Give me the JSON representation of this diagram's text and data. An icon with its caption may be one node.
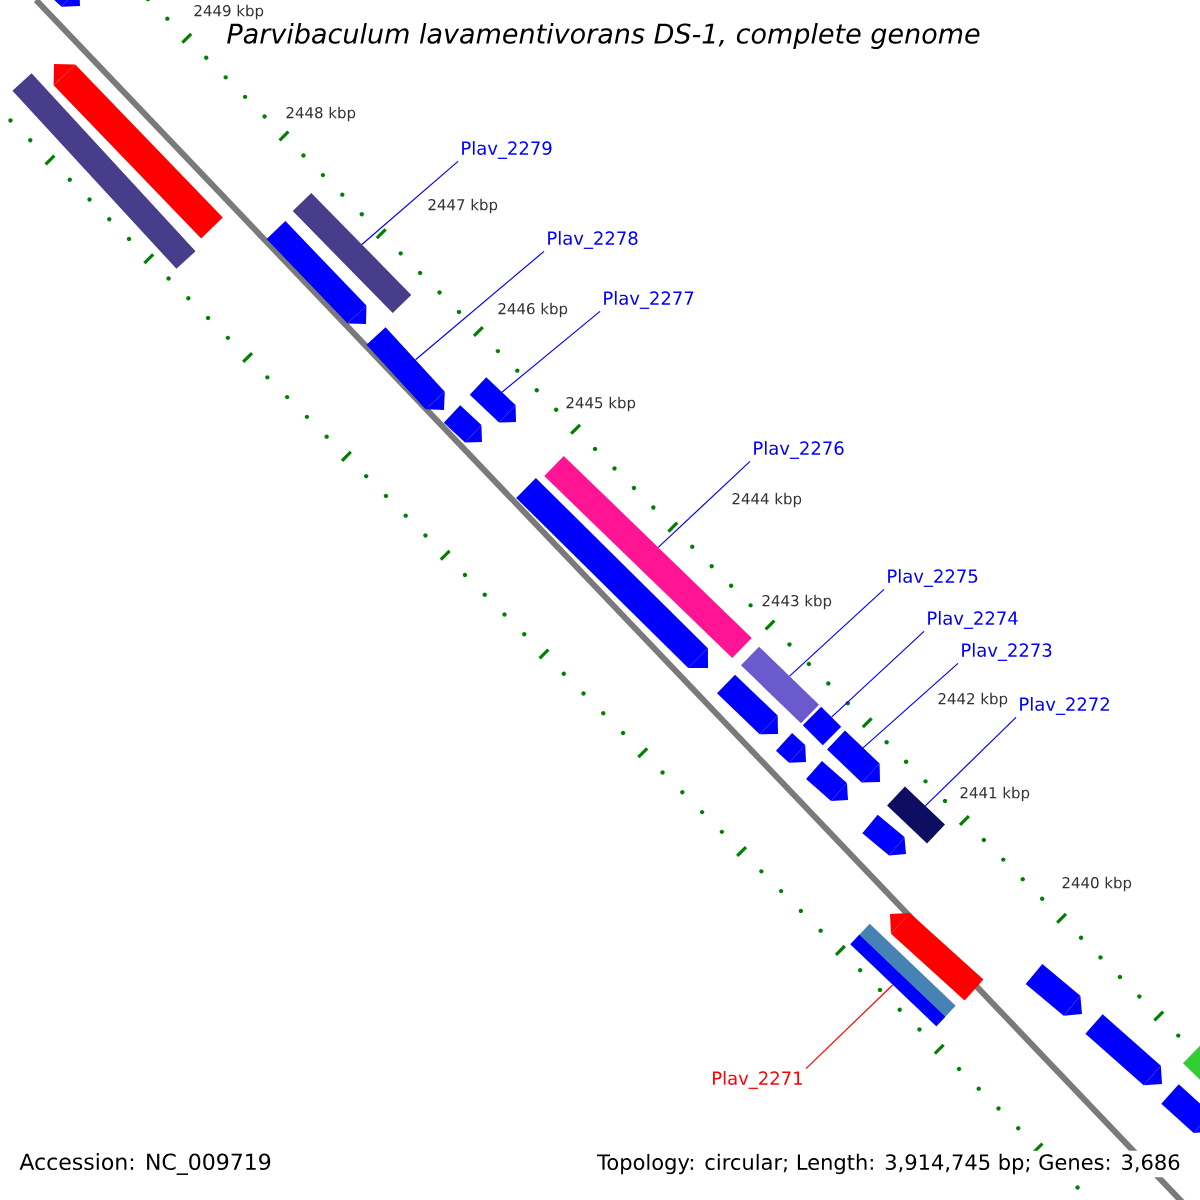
{
  "diagram": {
    "title": "Parvibaculum lavamentivorans DS-1, complete genome",
    "nodes": [
      {
        "text": [
          "Plav_2279"
        ]
      },
      {
        "text": [],
        "shape": "bar"
      },
      {
        "text": [
          "Plav_2278"
        ]
      },
      {
        "text": [],
        "shape": "arrow"
      },
      {
        "text": [
          "Plav_2277"
        ]
      },
      {
        "text": [],
        "shape": "arrow"
      },
      {
        "text": [
          "Plav_2276"
        ]
      },
      {
        "text": [],
        "shape": "bar"
      },
      {
        "text": [
          "Plav_2275"
        ]
      },
      {
        "text": [],
        "shape": "bar"
      },
      {
        "text": [
          "Plav_2274"
        ]
      },
      {
        "text": [],
        "shape": "bar"
      },
      {
        "text": [
          "Plav_2273"
        ]
      },
      {
        "text": [],
        "shape": "arrow"
      },
      {
        "text": [
          "Plav_2272"
        ]
      },
      {
        "text": [],
        "shape": "bar"
      },
      {
        "text": [
          "Plav_2271"
        ]
      },
      {
        "text": [],
        "shape": "bar"
      },
      {
        "text": [],
        "shape": "arrow"
      },
      {
        "text": [],
        "shape": "arrow"
      },
      {
        "text": [],
        "shape": "bar"
      },
      {
        "text": [],
        "shape": "arrow"
      },
      {
        "text": [],
        "shape": "arrow"
      },
      {
        "text": [],
        "shape": "arrow"
      },
      {
        "text": [],
        "shape": "arrow"
      },
      {
        "text": [],
        "shape": "arrow"
      },
      {
        "text": [],
        "shape": "arrow"
      },
      {
        "text": [],
        "shape": "arrow"
      },
      {
        "text": [],
        "shape": "arrow"
      },
      {
        "text": [],
        "shape": "arrow"
      },
      {
        "text": [],
        "shape": "arrow"
      },
      {
        "text": [],
        "shape": "arrow"
      },
      {
        "text": [],
        "shape": "bar"
      }
    ],
    "edges": [
      {
        "from": 0,
        "to": 1,
        "arrow": "none"
      },
      {
        "from": 2,
        "to": 3,
        "arrow": "none"
      },
      {
        "from": 4,
        "to": 5,
        "arrow": "none"
      },
      {
        "from": 6,
        "to": 7,
        "arrow": "none"
      },
      {
        "from": 8,
        "to": 9,
        "arrow": "none"
      },
      {
        "from": 10,
        "to": 11,
        "arrow": "none"
      },
      {
        "from": 12,
        "to": 13,
        "arrow": "none"
      },
      {
        "from": 14,
        "to": 15,
        "arrow": "none"
      },
      {
        "from": 16,
        "to": 17,
        "arrow": "none",
        "color": "#ff0000"
      }
    ],
    "labels": [
      "2449 kbp",
      "2448 kbp",
      "2447 kbp",
      "2446 kbp",
      "2445 kbp",
      "2444 kbp",
      "2443 kbp",
      "2442 kbp",
      "2441 kbp",
      "2440 kbp",
      "Accession: NC_009719",
      "Topology: circular; Length: 3,914,745 bp; Genes: 3,686"
    ]
  }
}
